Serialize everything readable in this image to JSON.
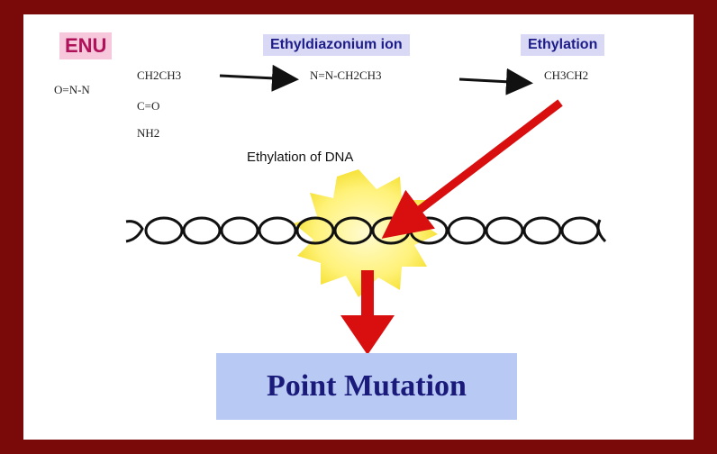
{
  "tags": {
    "reagent": "ENU",
    "intermediate": "Ethyldiazonium ion",
    "product_step": "Ethylation"
  },
  "reaction": {
    "reagent_prefix": "O=N-N",
    "reagent_top": "CH2CH3",
    "reagent_mid": "C=O",
    "reagent_bottom": "NH2",
    "intermediate_formula": "N=N-CH2CH3",
    "product_formula": "CH3CH2"
  },
  "stage_title": "Ethylation of DNA",
  "result_label": "Point Mutation",
  "colors": {
    "frame": "#7a0a0a",
    "arrow_red": "#d90f0f",
    "burst": "#fff27a",
    "result_box": "#b8c9f3"
  }
}
